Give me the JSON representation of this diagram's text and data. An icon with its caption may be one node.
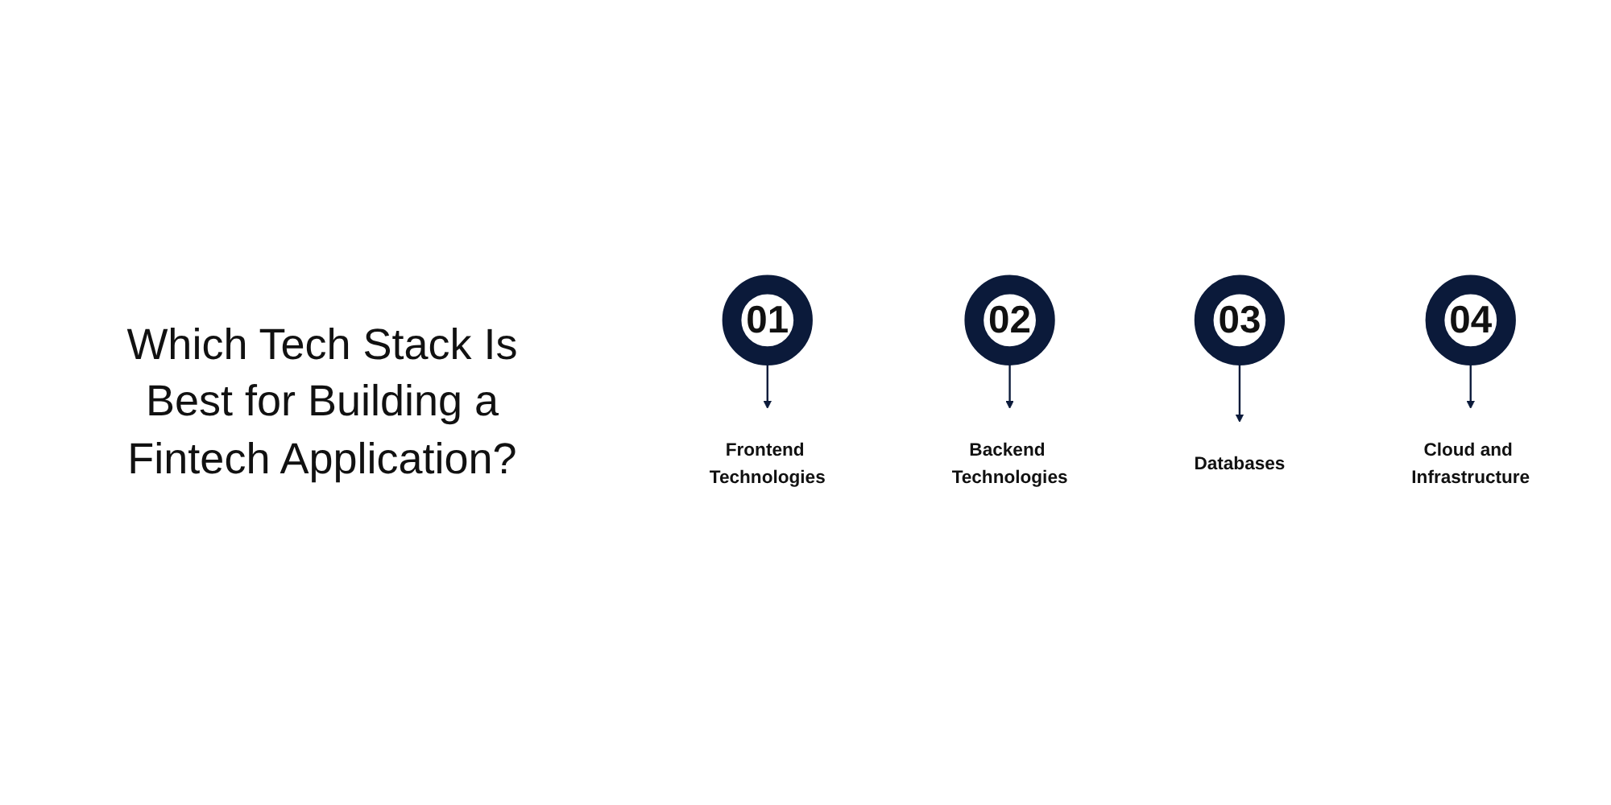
{
  "diagram": {
    "title": "Which Tech Stack Is Best for Building a Fintech Application?",
    "nodes": [
      {
        "text": [
          "Frontend Technologies"
        ]
      },
      {
        "text": [
          "Backend Technologies"
        ]
      },
      {
        "text": [
          "01"
        ]
      },
      {
        "text": [
          "02"
        ]
      },
      {
        "text": [
          "03"
        ]
      },
      {
        "text": [
          "04"
        ]
      },
      {
        "text": [
          "Databases"
        ]
      },
      {
        "text": [
          "Cloud and Infrastructure"
        ]
      }
    ],
    "edges": [
      {
        "from": 2,
        "to": 0,
        "arrow": "to"
      },
      {
        "from": 3,
        "to": 1,
        "arrow": "to"
      },
      {
        "from": 4,
        "to": 6,
        "arrow": "to"
      },
      {
        "from": 5,
        "to": 7,
        "arrow": "to"
      }
    ]
  }
}
